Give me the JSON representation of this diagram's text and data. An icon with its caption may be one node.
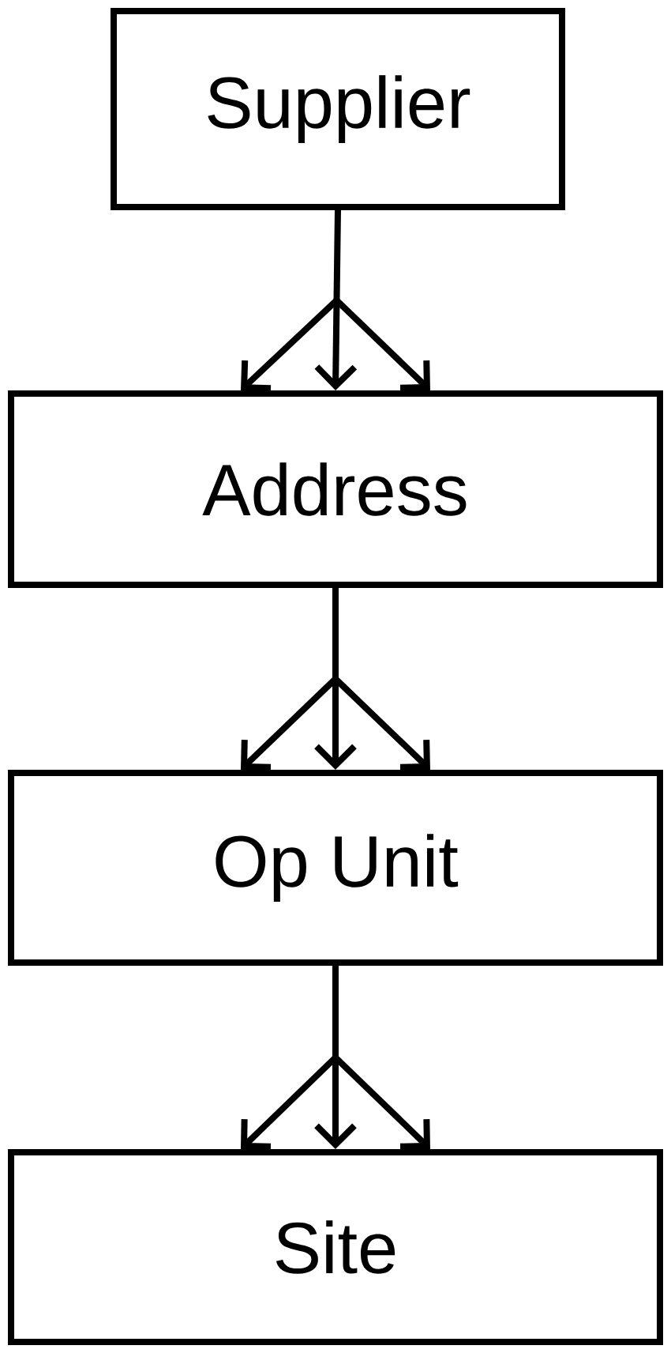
{
  "diagram": {
    "nodes": [
      {
        "text": [
          "Supplier"
        ]
      },
      {
        "text": [
          "Address"
        ]
      },
      {
        "text": [
          "Op Unit"
        ]
      },
      {
        "text": [
          "Site"
        ]
      }
    ],
    "edges": [
      {
        "from": 0,
        "to": 1,
        "arrow": "to"
      },
      {
        "from": 1,
        "to": 2,
        "arrow": "to"
      },
      {
        "from": 2,
        "to": 3,
        "arrow": "to"
      }
    ]
  }
}
